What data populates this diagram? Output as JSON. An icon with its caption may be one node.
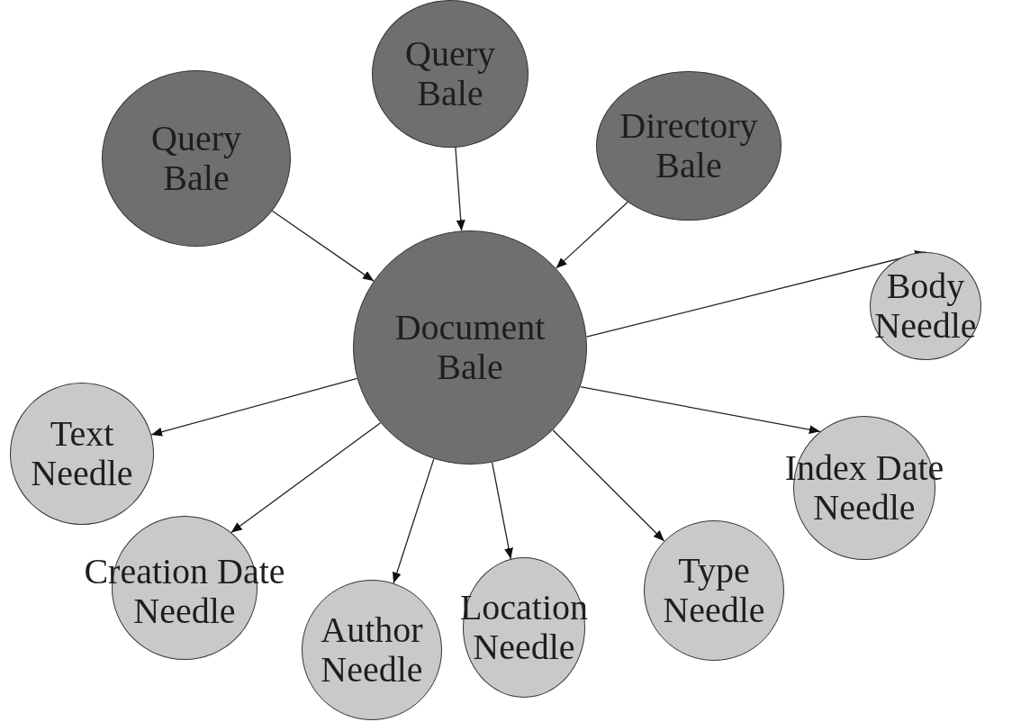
{
  "diagram": {
    "nodes": [
      {
        "text": [
          "Query Bale"
        ]
      },
      {
        "text": [
          "Query Bale"
        ]
      },
      {
        "text": [
          "Directory Bale"
        ]
      },
      {
        "text": [
          "Document Bale"
        ]
      },
      {
        "text": [
          "Body Needle"
        ]
      },
      {
        "text": [
          "Text Needle"
        ]
      },
      {
        "text": [
          "Index Date Needle"
        ]
      },
      {
        "text": [
          "Creation Date Needle"
        ]
      },
      {
        "text": [
          "Author Needle"
        ]
      },
      {
        "text": [
          "Location Needle"
        ]
      },
      {
        "text": [
          "Type Needle"
        ]
      }
    ],
    "edges": [
      {
        "from": 0,
        "to": 3,
        "arrow": "to"
      },
      {
        "from": 1,
        "to": 3,
        "arrow": "to"
      },
      {
        "from": 2,
        "to": 3,
        "arrow": "to"
      },
      {
        "from": 3,
        "to": 4,
        "arrow": "to"
      },
      {
        "from": 3,
        "to": 5,
        "arrow": "to"
      },
      {
        "from": 3,
        "to": 6,
        "arrow": "to"
      },
      {
        "from": 3,
        "to": 7,
        "arrow": "to"
      },
      {
        "from": 3,
        "to": 8,
        "arrow": "to"
      },
      {
        "from": 3,
        "to": 9,
        "arrow": "to"
      },
      {
        "from": 3,
        "to": 10,
        "arrow": "to"
      }
    ]
  }
}
